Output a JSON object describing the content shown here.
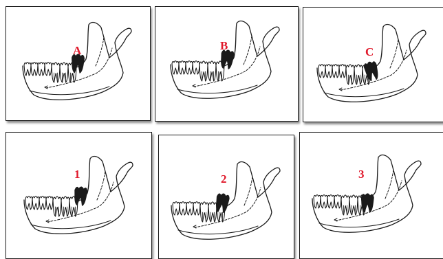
{
  "accent_color": "#e0192b",
  "line_color": "#1a1a1a",
  "panels": [
    {
      "label": "A",
      "tooth_icon": "impacted-tooth-icon",
      "depth": "A"
    },
    {
      "label": "B",
      "tooth_icon": "impacted-tooth-icon",
      "depth": "B"
    },
    {
      "label": "C",
      "tooth_icon": "impacted-tooth-icon",
      "depth": "C"
    },
    {
      "label": "1",
      "tooth_icon": "impacted-tooth-icon",
      "depth": "class-1"
    },
    {
      "label": "2",
      "tooth_icon": "impacted-tooth-icon",
      "depth": "class-2"
    },
    {
      "label": "3",
      "tooth_icon": "impacted-tooth-icon",
      "depth": "class-3"
    }
  ]
}
